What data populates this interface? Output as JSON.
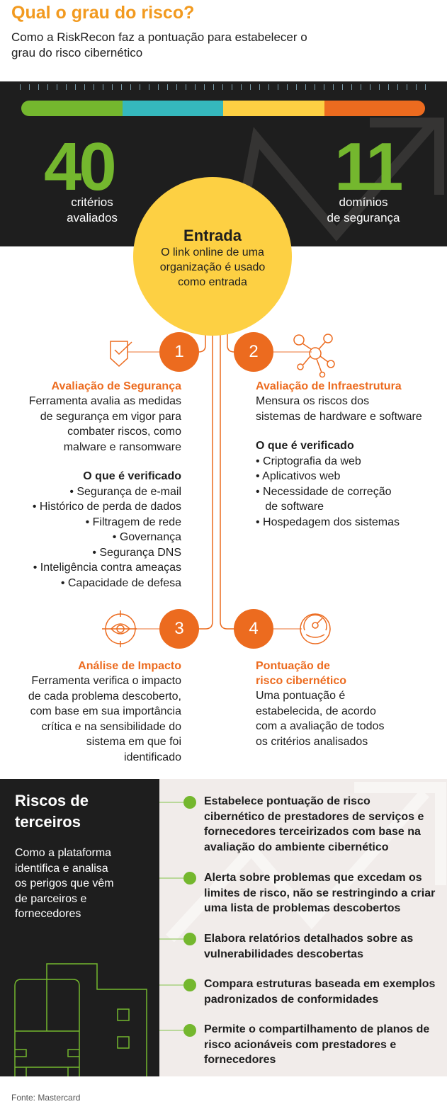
{
  "header": {
    "title": "Qual o grau do risco?",
    "subtitle": "Como a RiskRecon faz a pontuação para estabelecer o grau do risco cibernético"
  },
  "colors": {
    "orange": "#ec6b1f",
    "green": "#74b72e",
    "teal": "#35b8bd",
    "yellow": "#fdd043",
    "dark": "#1e1e1e"
  },
  "stats": [
    {
      "value": "40",
      "label1": "critérios",
      "label2": "avaliados"
    },
    {
      "value": "11",
      "label1": "domínios",
      "label2": "de segurança"
    }
  ],
  "entry": {
    "title": "Entrada",
    "text": "O link online de uma organização é usado como entrada"
  },
  "steps": [
    {
      "num": "1",
      "icon": "shield-check-icon",
      "title": "Avaliação de Segurança",
      "text": [
        "Ferramenta avalia as medidas",
        "de segurança em vigor para",
        "combater riscos, como",
        "malware e ransomware"
      ],
      "checked_title": "O que é verificado",
      "checked": [
        "• Segurança de e-mail",
        "• Histórico de perda de dados",
        "• Filtragem de rede",
        "• Governança",
        "• Segurança DNS",
        "• Inteligência contra ameaças",
        "• Capacidade de defesa"
      ]
    },
    {
      "num": "2",
      "icon": "network-icon",
      "title": "Avaliação de Infraestrutura",
      "text": [
        "Mensura os riscos dos",
        "sistemas de hardware e software"
      ],
      "checked_title": "O que é verificado",
      "checked": [
        "• Criptografia da web",
        "• Aplicativos web",
        "• Necessidade de correção",
        "   de software",
        "• Hospedagem dos sistemas"
      ]
    },
    {
      "num": "3",
      "icon": "eye-target-icon",
      "title": "Análise de Impacto",
      "text": [
        "Ferramenta verifica o impacto",
        "de cada problema descoberto,",
        "com base em sua importância",
        "crítica e na sensibilidade do",
        "sistema em que foi",
        "identificado"
      ]
    },
    {
      "num": "4",
      "icon": "gauge-icon",
      "title1": "Pontuação de",
      "title2": "risco cibernético",
      "text": [
        "Uma pontuação é",
        "estabelecida, de acordo",
        "com a avaliação de todos",
        "os critérios analisados"
      ]
    }
  ],
  "third_party": {
    "title1": "Riscos de",
    "title2": "terceiros",
    "text": [
      "Como a plataforma",
      "identifica e analisa",
      "os perigos que vêm",
      "de parceiros e",
      "fornecedores"
    ],
    "items": [
      [
        "Estabelece pontuação de risco",
        "cibernético de prestadores de serviços e",
        "fornecedores terceirizados com base na",
        "avaliação do ambiente cibernético"
      ],
      [
        "Alerta sobre problemas que excedam os",
        "limites de risco, não se restringindo a criar",
        "uma lista de problemas descobertos"
      ],
      [
        "Elabora relatórios detalhados sobre as",
        "vulnerabilidades descobertas"
      ],
      [
        "Compara estruturas baseada em exemplos",
        "padronizados de conformidades"
      ],
      [
        "Permite o compartilhamento de planos de",
        "risco acionáveis com prestadores e",
        "fornecedores"
      ]
    ]
  },
  "source": "Fonte: Mastercard"
}
